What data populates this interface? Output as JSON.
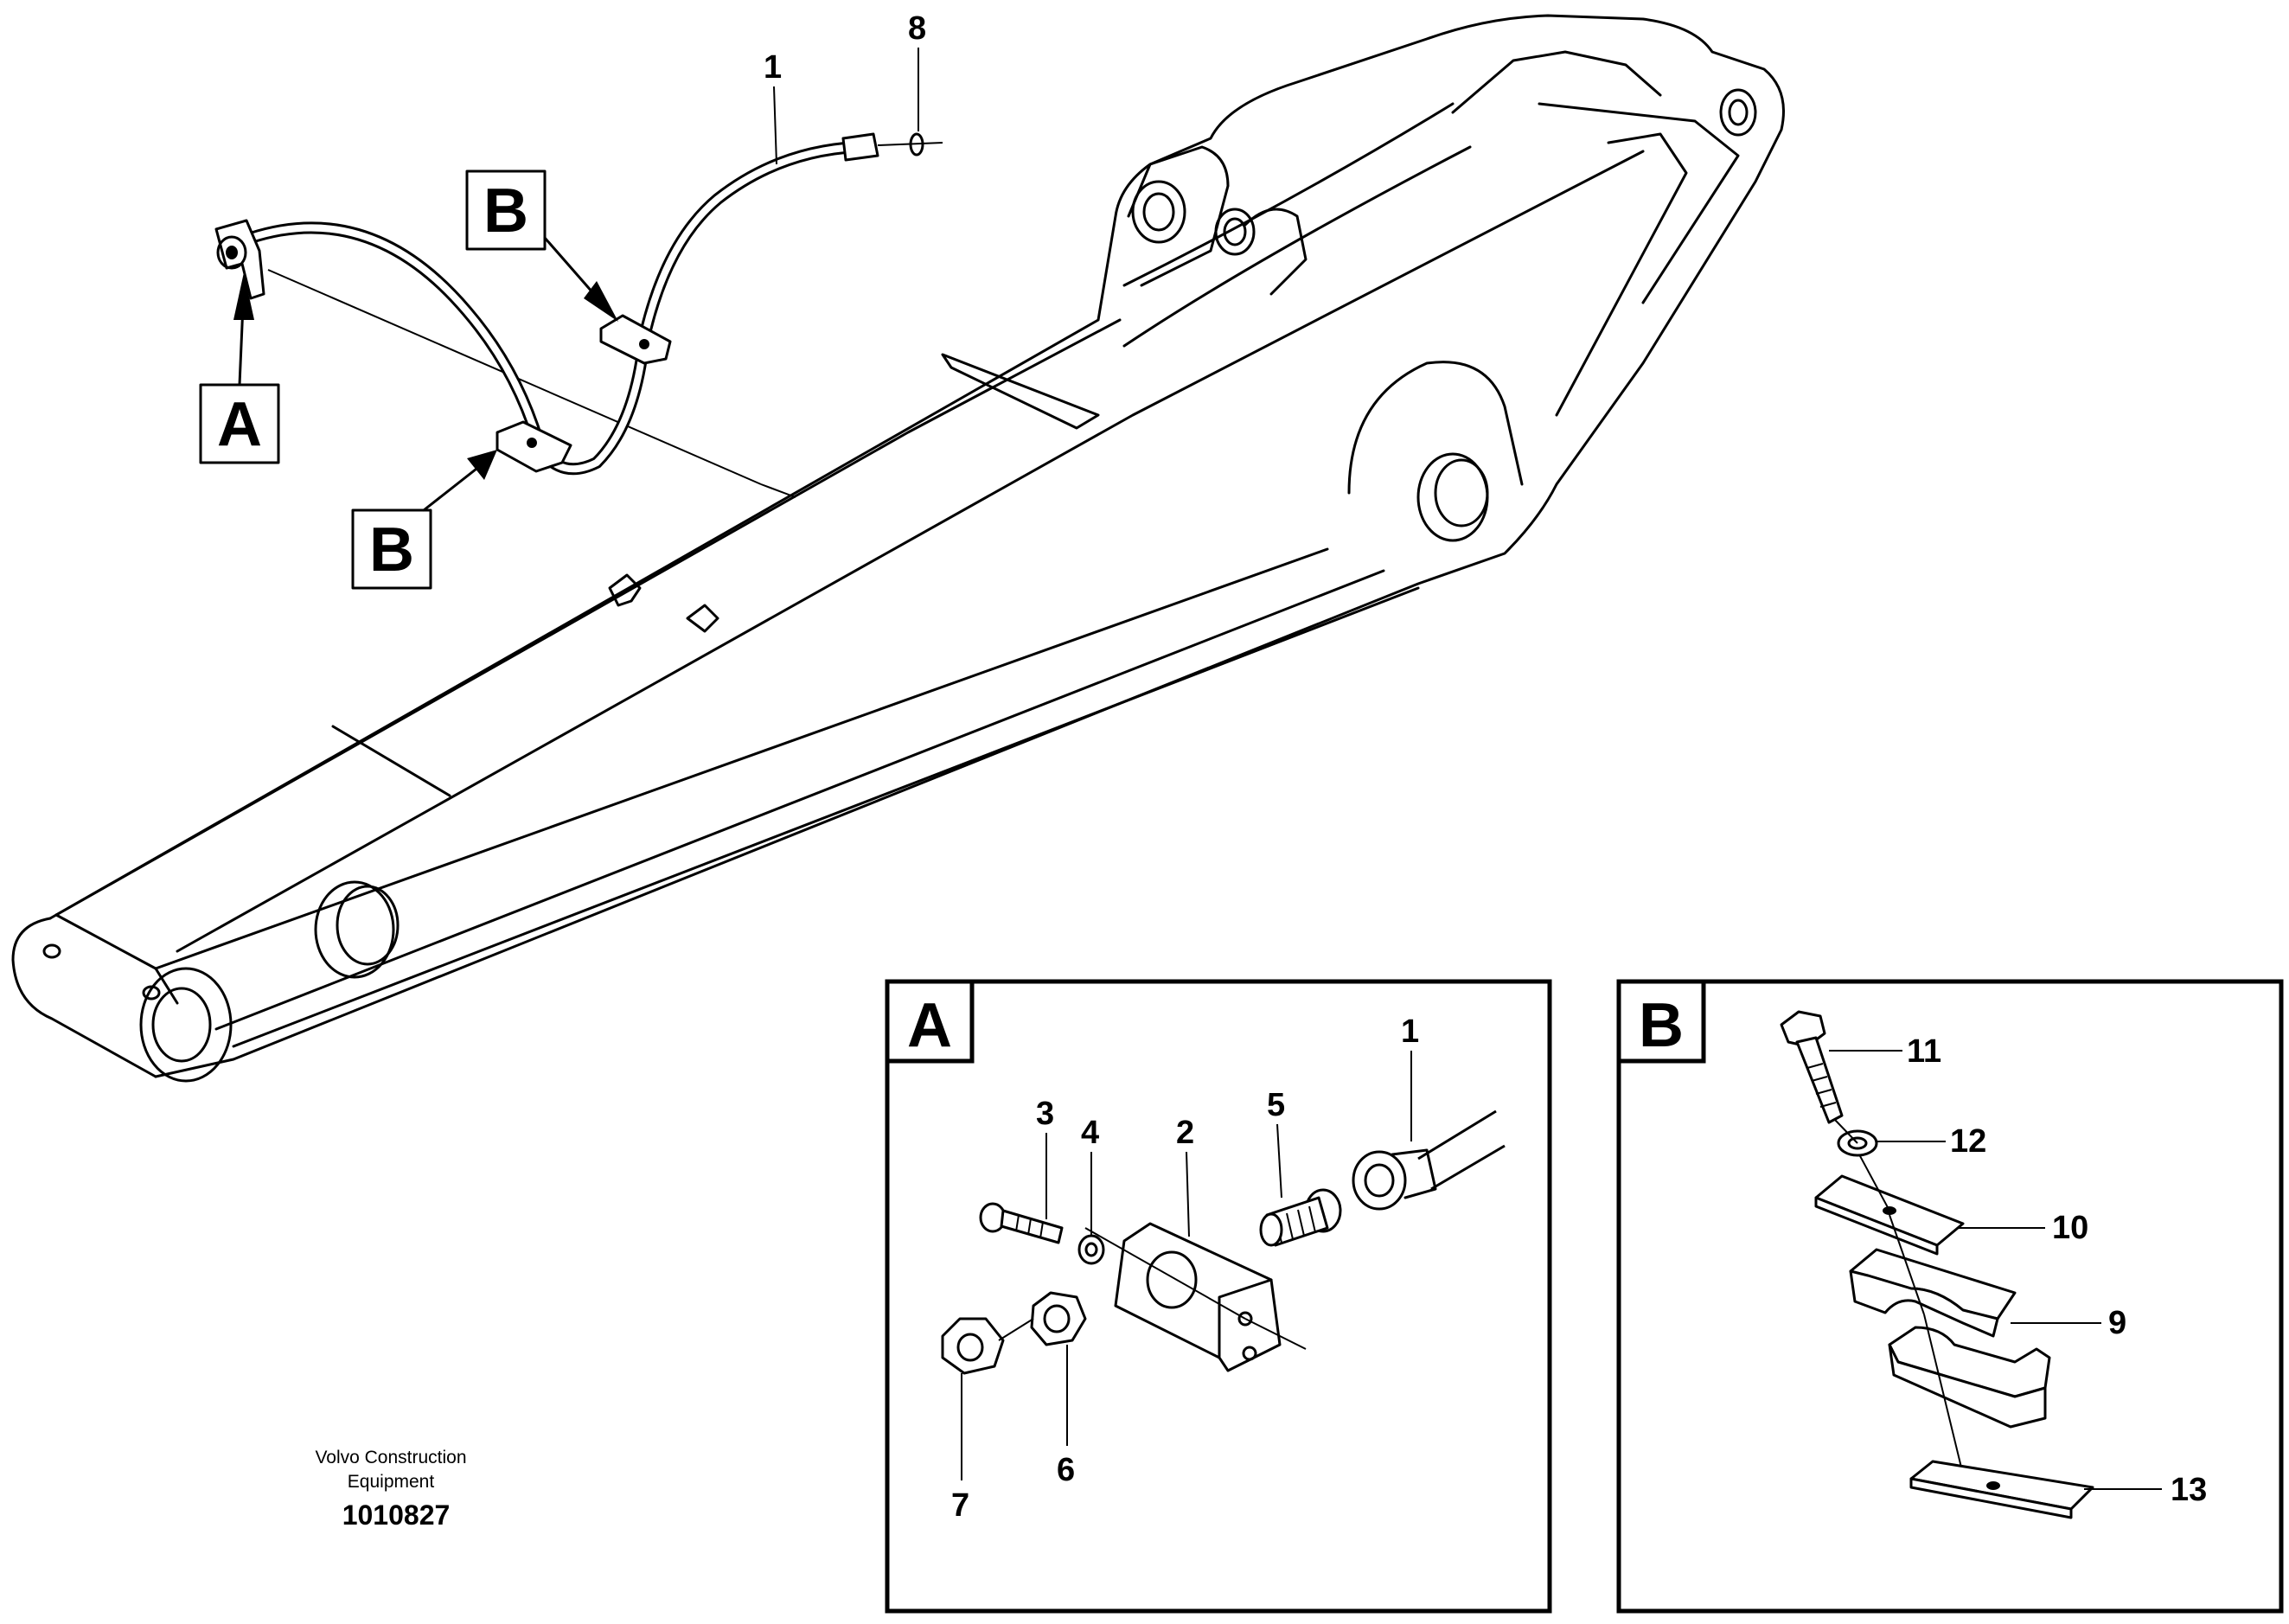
{
  "labels": {
    "callout_1_main": "1",
    "callout_8": "8",
    "ref_A_main": "A",
    "ref_B_upper": "B",
    "ref_B_lower": "B"
  },
  "detail_a": {
    "title": "A",
    "callouts": {
      "c1": "1",
      "c2": "2",
      "c3": "3",
      "c4": "4",
      "c5": "5",
      "c6": "6",
      "c7": "7"
    }
  },
  "detail_b": {
    "title": "B",
    "callouts": {
      "c9": "9",
      "c10": "10",
      "c11": "11",
      "c12": "12",
      "c13": "13"
    }
  },
  "footer": {
    "company_line1": "Volvo Construction",
    "company_line2": "Equipment",
    "drawing_number": "1010827"
  }
}
